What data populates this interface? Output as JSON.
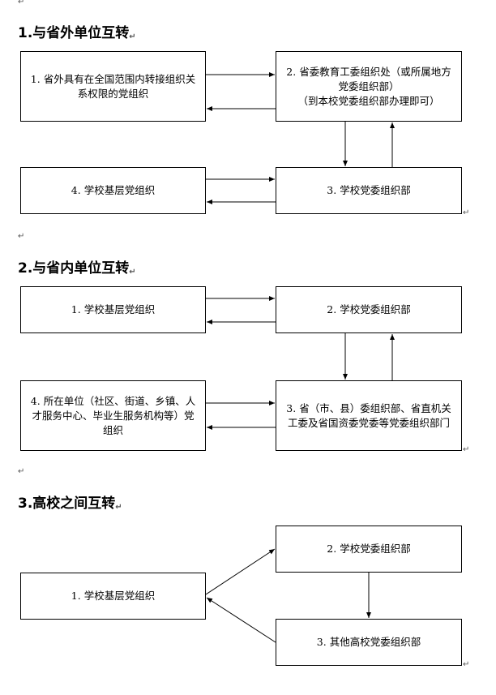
{
  "paragraph_mark": "↵",
  "sections": [
    {
      "title": "1.与省外单位互转",
      "boxes": {
        "a": "1. 省外具有在全国范围内转接组织关系权限的党组织",
        "b": "2. 省委教育工委组织处（或所属地方党委组织部）",
        "b_note": "（到本校党委组织部办理即可）",
        "c": "3. 学校党委组织部",
        "d": "4. 学校基层党组织"
      }
    },
    {
      "title": "2.与省内单位互转",
      "boxes": {
        "a": "1. 学校基层党组织",
        "b": "2. 学校党委组织部",
        "c": "3. 省（市、县）委组织部、省直机关工委及省国资委党委等党委组织部门",
        "d": "4. 所在单位（社区、街道、乡镇、人才服务中心、毕业生服务机构等）党组织"
      }
    },
    {
      "title": "3.高校之间互转",
      "boxes": {
        "a": "1. 学校基层党组织",
        "b": "2. 学校党委组织部",
        "c": "3. 其他高校党委组织部"
      }
    }
  ]
}
